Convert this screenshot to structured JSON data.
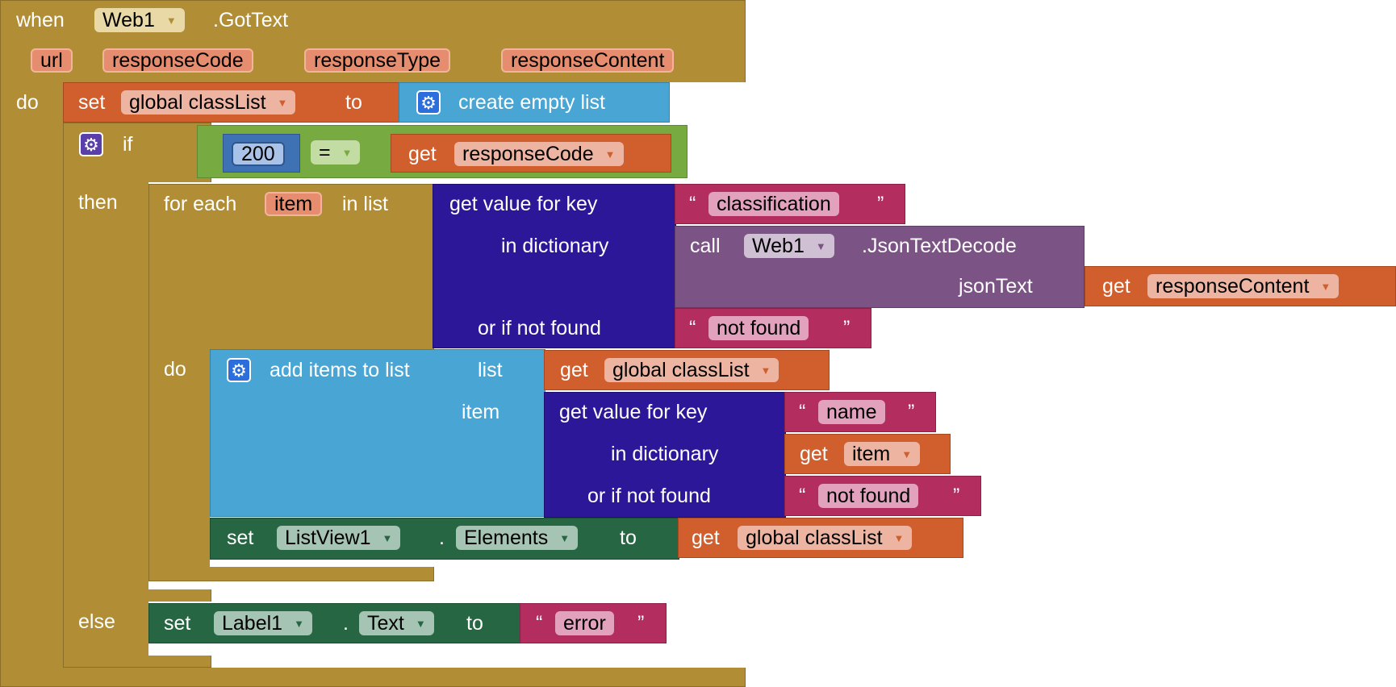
{
  "event": {
    "when": "when",
    "component": "Web1",
    "event_name": ".GotText",
    "params": [
      "url",
      "responseCode",
      "responseType",
      "responseContent"
    ],
    "do": "do"
  },
  "set_global": {
    "set": "set",
    "var": "global classList",
    "to": "to",
    "list_block": "create empty list"
  },
  "if_block": {
    "if": "if",
    "then": "then",
    "else": "else",
    "number": "200",
    "op": "=",
    "get": "get",
    "get_var": "responseCode"
  },
  "foreach": {
    "for_each": "for each",
    "item": "item",
    "in_list": "in list",
    "do": "do"
  },
  "dict_lookup_1": {
    "get_value_for_key": "get value for key",
    "key": "classification",
    "in_dictionary": "in dictionary",
    "or_if_not_found": "or if not found",
    "not_found": "not found"
  },
  "json_decode": {
    "call": "call",
    "component": "Web1",
    "method": ".JsonTextDecode",
    "jsonText": "jsonText",
    "get": "get",
    "get_var": "responseContent"
  },
  "add_items": {
    "label": "add items to list",
    "list": "list",
    "item": "item",
    "get": "get",
    "list_var": "global classList"
  },
  "dict_lookup_2": {
    "get_value_for_key": "get value for key",
    "key": "name",
    "in_dictionary": "in dictionary",
    "get": "get",
    "dict_var": "item",
    "or_if_not_found": "or if not found",
    "not_found": "not found"
  },
  "set_listview": {
    "set": "set",
    "component": "ListView1",
    "dot": ".",
    "property": "Elements",
    "to": "to",
    "get": "get",
    "var": "global classList"
  },
  "set_label": {
    "set": "set",
    "component": "Label1",
    "dot": ".",
    "property": "Text",
    "to": "to",
    "text": "error"
  },
  "quote_open": "“",
  "quote_close": "”",
  "colors": {
    "event": "#B18E35",
    "variables": "#D05F2D",
    "lists": "#49A6D4",
    "logic": "#77AB41",
    "math": "#3F71B5",
    "text": "#B32D5E",
    "dictionaries": "#2D1799",
    "procedures": "#7C5385",
    "components": "#266643"
  }
}
